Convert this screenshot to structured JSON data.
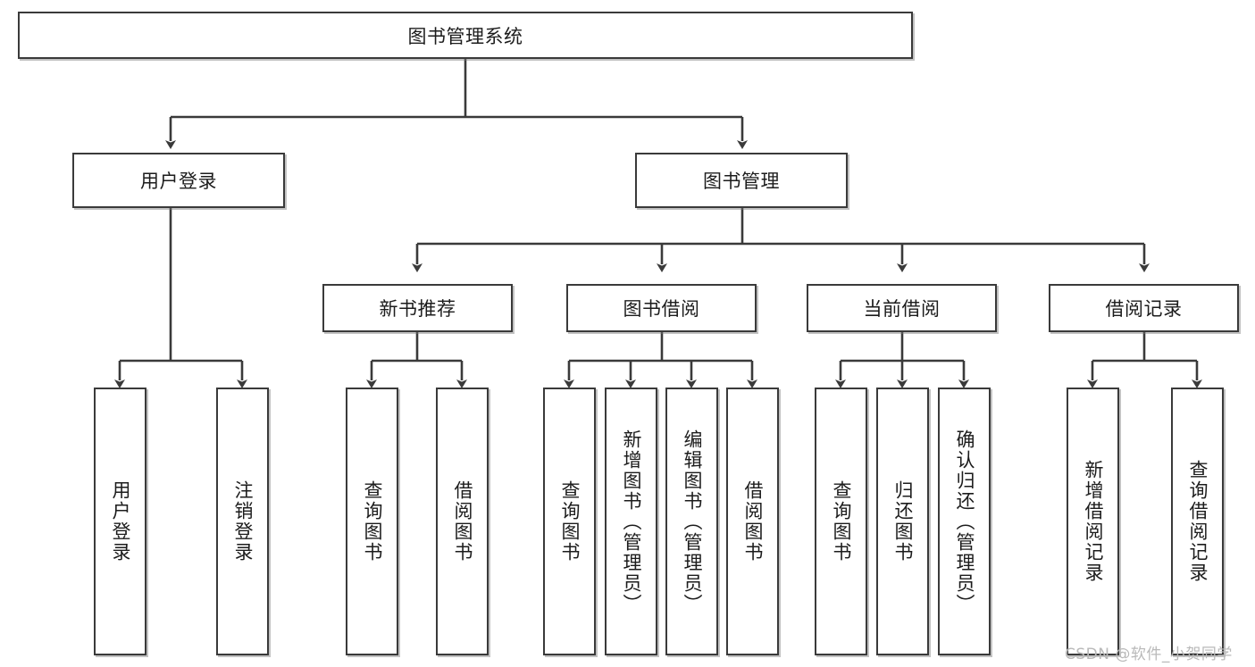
{
  "diagram": {
    "type": "tree-hierarchy",
    "title": "图书管理系统",
    "watermark": "CSDN @软件_小贺同学",
    "colors": {
      "stroke": "#3a3a3a",
      "fill": "#ffffff",
      "text": "#1c1c1c",
      "watermark": "#b9b9b9"
    },
    "levels": {
      "root": {
        "label": "图书管理系统"
      },
      "level2": [
        {
          "label": "用户登录"
        },
        {
          "label": "图书管理"
        }
      ],
      "level3": [
        {
          "label": "新书推荐"
        },
        {
          "label": "图书借阅"
        },
        {
          "label": "当前借阅"
        },
        {
          "label": "借阅记录"
        }
      ],
      "leaves": [
        {
          "label": "用户登录",
          "parent": "用户登录"
        },
        {
          "label": "注销登录",
          "parent": "用户登录"
        },
        {
          "label": "查询图书",
          "parent": "新书推荐"
        },
        {
          "label": "借阅图书",
          "parent": "新书推荐"
        },
        {
          "label": "查询图书",
          "parent": "图书借阅"
        },
        {
          "label": "新增图书（管理员）",
          "parent": "图书借阅"
        },
        {
          "label": "编辑图书（管理员）",
          "parent": "图书借阅"
        },
        {
          "label": "借阅图书",
          "parent": "图书借阅"
        },
        {
          "label": "查询图书",
          "parent": "当前借阅"
        },
        {
          "label": "归还图书",
          "parent": "当前借阅"
        },
        {
          "label": "确认归还（管理员）",
          "parent": "当前借阅"
        },
        {
          "label": "新增借阅记录",
          "parent": "借阅记录"
        },
        {
          "label": "查询借阅记录",
          "parent": "借阅记录"
        }
      ]
    }
  }
}
